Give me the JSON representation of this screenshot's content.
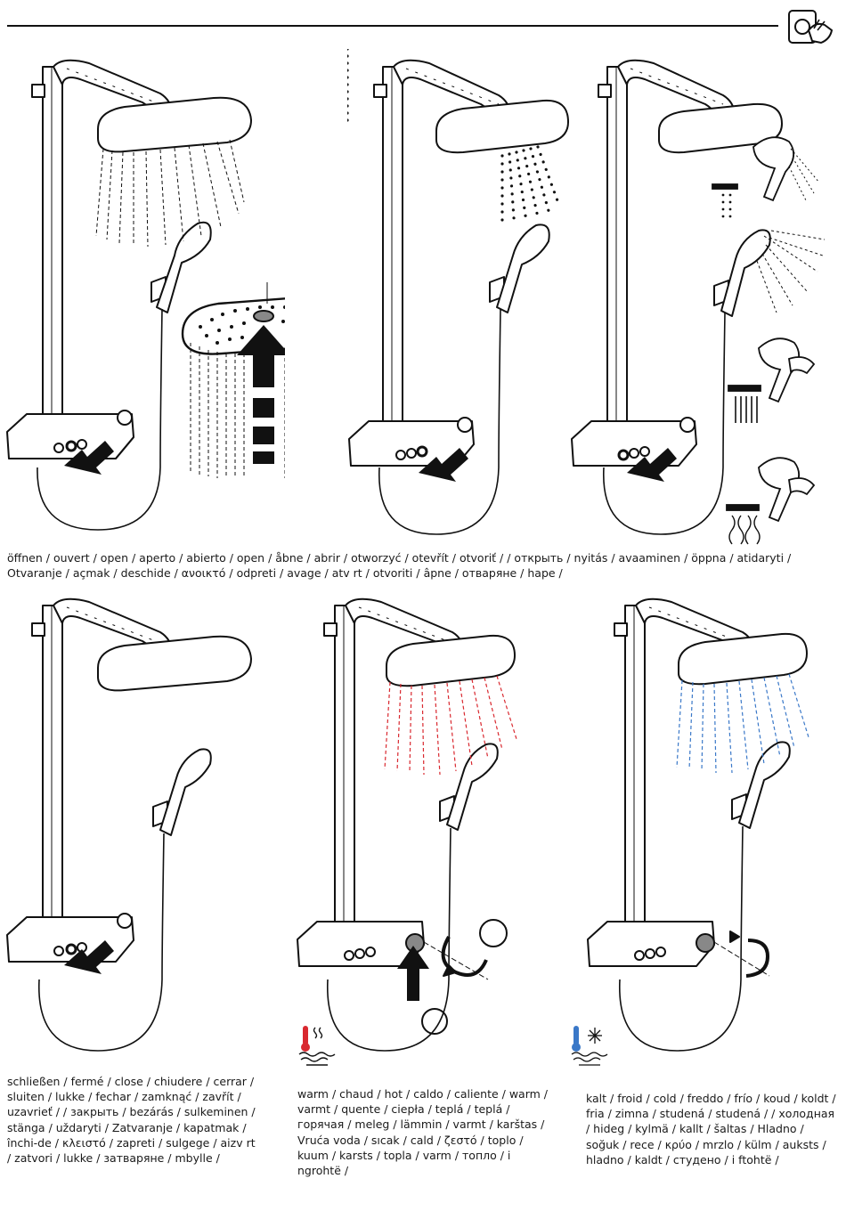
{
  "captions": {
    "open": "öffnen / ouvert / open / aperto / abierto / open / åbne / abrir / otworzyć / otevřít / otvoriť /      / открыть / nyitás / avaaminen / öppna / atidaryti / Otvaranje / açmak / deschide / ανοικτό / odpreti / avage / atv  rt / otvoriti / âpne / отваряне / hape /",
    "close": "schließen / fermé / close / chiudere / cerrar / sluiten / lukke / fechar / zamknąć / zavřít / uzavrieť /      / закрыть / bezárás / sulkeminen / stänga / uždaryti / Zatvaranje / kapatmak / închi-de / κλειστό / zapreti / sulgege / aizv  rt / zatvori / lukke / затваряне / mbylle /",
    "warm": "warm / chaud / hot / caldo / caliente / warm / varmt / quente / ciepła / teplá / teplá / горячая / meleg / lämmin / varmt / karštas / Vruća voda / sıcak / cald / ζεστό / toplo / kuum / karsts / topla / varm / топло / i ngrohtë /",
    "cold": "kalt / froid / cold / freddo / frío / koud / koldt / fria / zimna / studená / studená /      / холодная / hideg / kylmä / kallt / šaltas / Hladno / soğuk / rece / κρύο / mrzlo / külm / auksts / hladno / kaldt / студено / i ftohtë /"
  },
  "colors": {
    "hot": "#d9282f",
    "cold": "#3a78c8",
    "line": "#111111"
  },
  "icons": [
    "hand-on-thermostat-icon",
    "thermometer-hot-icon",
    "snowflake-cold-icon"
  ]
}
